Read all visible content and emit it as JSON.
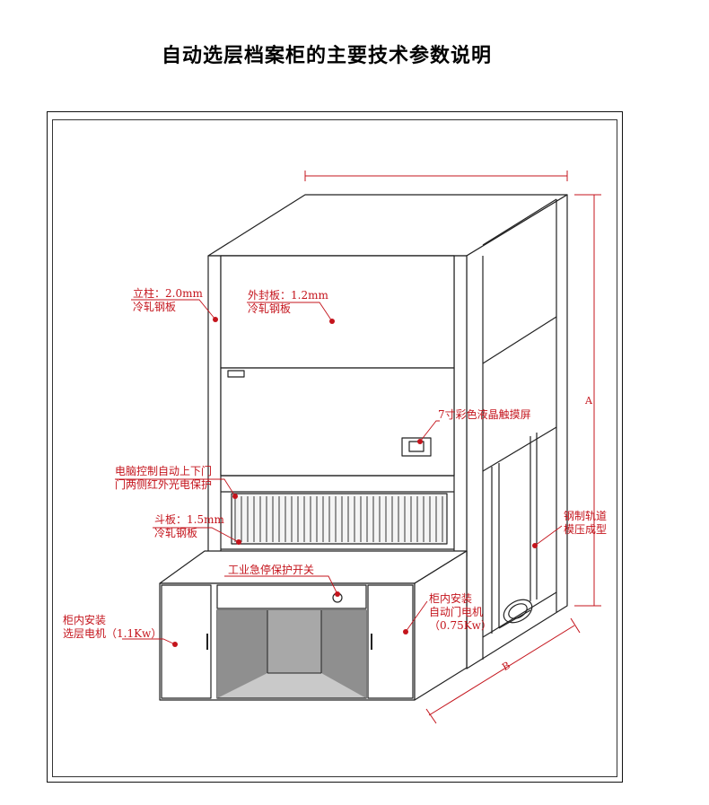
{
  "title": "自动选层档案柜的主要技术参数说明",
  "colors": {
    "annotation": "#c4141c",
    "line": "#222222",
    "fill_dark": "#8f8f8f",
    "fill_light": "#c9c9c9"
  },
  "annotations": {
    "column": {
      "line1": "立柱：2.0mm",
      "line2": "冷轧钢板"
    },
    "outer_panel": {
      "line1": "外封板：1.2mm",
      "line2": "冷轧钢板"
    },
    "touchscreen": {
      "line1": "7寸彩色液晶触摸屏"
    },
    "door_control": {
      "line1": "电脑控制自动上下门",
      "line2": "门两侧红外光电保护"
    },
    "bin": {
      "line1": "斗板：1.5mm",
      "line2": "冷轧钢板"
    },
    "emergency_stop": {
      "line1": "工业急停保护开关"
    },
    "rail": {
      "line1": "钢制轨道",
      "line2": "模压成型"
    },
    "lift_motor": {
      "line1": "柜内安装",
      "line2": "选层电机（1.1Kw）"
    },
    "door_motor": {
      "line1": "柜内安装",
      "line2": "自动门电机",
      "line3": "（0.75Kw）"
    }
  },
  "dimensions": {
    "height_label": "A",
    "depth_label": "B"
  }
}
